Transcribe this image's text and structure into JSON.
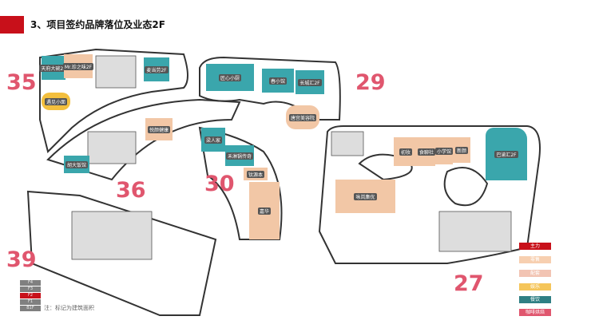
{
  "header": {
    "title": "3、项目签约品牌落位及业态2F"
  },
  "zones": [
    "35",
    "29",
    "36",
    "30",
    "39",
    "27"
  ],
  "stores": [
    {
      "name": "天府大碗2F",
      "type": "餐饮"
    },
    {
      "name": "Mr.珍之味2F",
      "type": "零售"
    },
    {
      "name": "麦当劳2F",
      "type": "餐饮"
    },
    {
      "name": "遇见小面",
      "type": "娱乐"
    },
    {
      "name": "匠心小厨",
      "type": "餐饮"
    },
    {
      "name": "春小馆",
      "type": "餐饮"
    },
    {
      "name": "长城汇2F",
      "type": "餐饮"
    },
    {
      "name": "唐宫美容院",
      "type": "零售"
    },
    {
      "name": "悦颜健康",
      "type": "零售"
    },
    {
      "name": "胡大饭馆",
      "type": "餐饮"
    },
    {
      "name": "梁人家",
      "type": "餐饮"
    },
    {
      "name": "禾淋锅传奇",
      "type": "餐饮"
    },
    {
      "name": "钛源本",
      "type": "零售"
    },
    {
      "name": "嘉华",
      "type": "零售"
    },
    {
      "name": "初妆",
      "type": "零售"
    },
    {
      "name": "食聊社",
      "type": "零售"
    },
    {
      "name": "小学馆",
      "type": "零售"
    },
    {
      "name": "新颜",
      "type": "零售"
    },
    {
      "name": "巴渝汇2F",
      "type": "餐饮"
    },
    {
      "name": "咏岚集优",
      "type": "零售"
    }
  ],
  "legend": [
    {
      "label": "主力",
      "color": "#c8101a"
    },
    {
      "label": "零售",
      "color": "#f7cfb0"
    },
    {
      "label": "配套",
      "color": "#f2c4b3"
    },
    {
      "label": "娱乐",
      "color": "#f5c55a"
    },
    {
      "label": "餐饮",
      "color": "#2f7f84"
    },
    {
      "label": "咖啡烘焙",
      "color": "#e0566e"
    }
  ],
  "floors": [
    "F4",
    "F3",
    "F2",
    "F1",
    "B1F"
  ],
  "active_floor": "F2",
  "note": "注：标记为建筑面积"
}
